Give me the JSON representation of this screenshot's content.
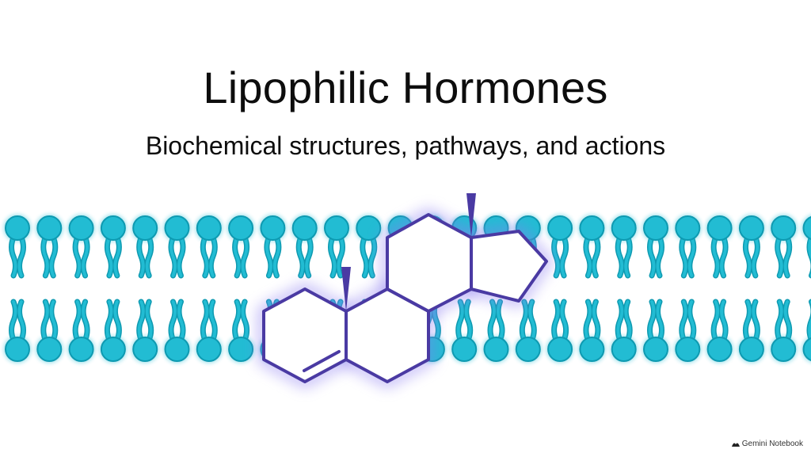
{
  "title": "Lipophilic Hormones",
  "subtitle": "Biochemical structures, pathways, and actions",
  "watermark": "Gemini Notebook",
  "icons": {
    "molecule": "steroid-skeleton-icon",
    "watermark": "notebook-logo-icon"
  },
  "colors": {
    "lipid": "#22bcd3",
    "lipid_stroke": "#0e9ab1",
    "steroid": "#4a3aa3",
    "glow": "#8b7cf0"
  }
}
